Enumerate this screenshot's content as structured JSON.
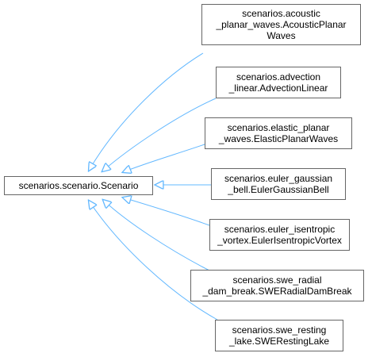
{
  "colors": {
    "edge": "#63b8ff",
    "node_border": "#666666",
    "text": "#000000",
    "background": "#ffffff"
  },
  "base": {
    "lines": [
      "scenarios.scenario.Scenario"
    ]
  },
  "derived": [
    {
      "lines": [
        "scenarios.acoustic",
        "_planar_waves.AcousticPlanar",
        "Waves"
      ]
    },
    {
      "lines": [
        "scenarios.advection",
        "_linear.AdvectionLinear"
      ]
    },
    {
      "lines": [
        "scenarios.elastic_planar",
        "_waves.ElasticPlanarWaves"
      ]
    },
    {
      "lines": [
        "scenarios.euler_gaussian",
        "_bell.EulerGaussianBell"
      ]
    },
    {
      "lines": [
        "scenarios.euler_isentropic",
        "_vortex.EulerIsentropicVortex"
      ]
    },
    {
      "lines": [
        "scenarios.swe_radial",
        "_dam_break.SWERadialDamBreak"
      ]
    },
    {
      "lines": [
        "scenarios.swe_resting",
        "_lake.SWERestingLake"
      ]
    }
  ]
}
